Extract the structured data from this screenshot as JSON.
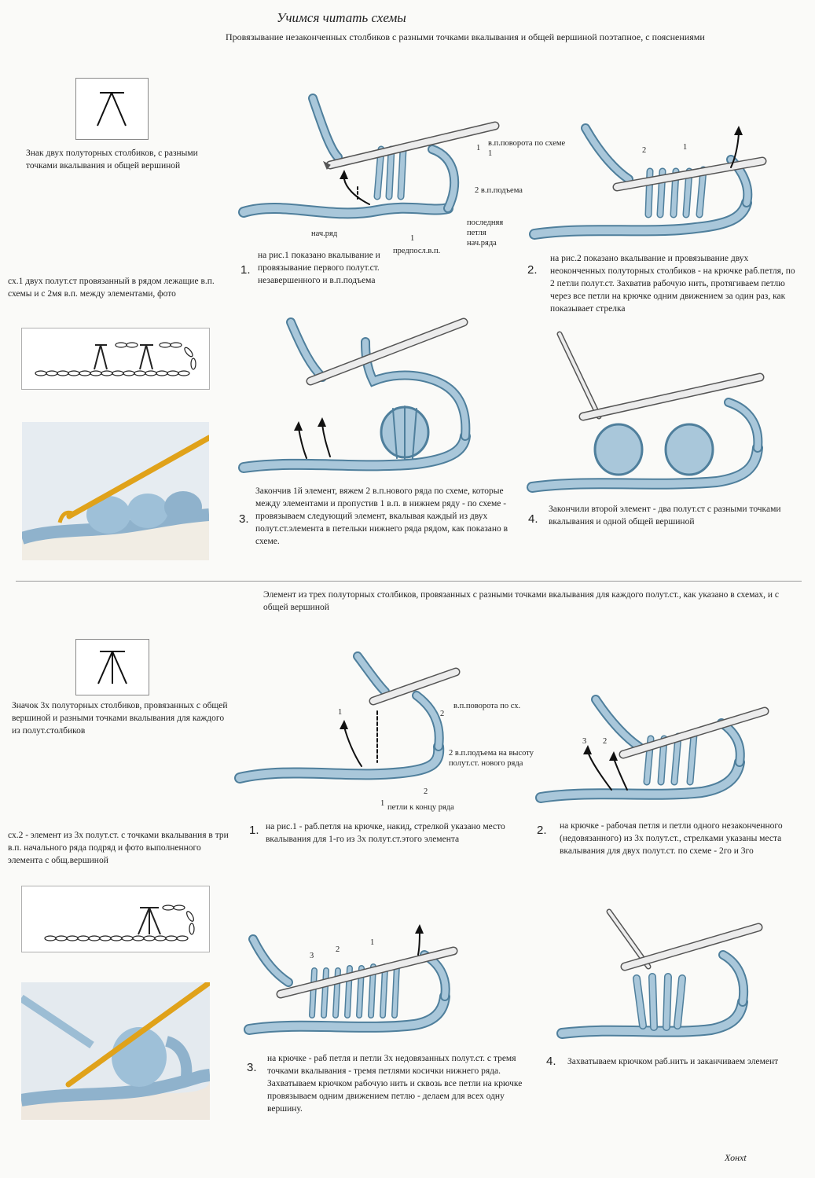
{
  "header": {
    "title": "Учимся читать схемы",
    "subtitle": "Провязывание незаконченных столбиков с разными точками вкалывания и общей вершиной поэтапное, с пояснениями"
  },
  "section1": {
    "symbol_caption": "Знак двух полуторных столбиков, с разными точками вкалывания и общей вершиной",
    "scheme_caption": "сх.1 двух полут.ст провязанный в рядом лежащие в.п. схемы и с 2мя в.п. между элементами, фото",
    "fig1": {
      "labels": {
        "turn": "в.п.поворота по схеме 1",
        "lift": "2 в.п.подъема",
        "last_loop": "последняя петля нач.ряда",
        "start_row": "нач.ряд",
        "prev": "предпосл.в.п.",
        "n1": "1",
        "n1b": "1"
      }
    },
    "fig2": {
      "labels": {
        "n2": "2",
        "n1": "1"
      }
    },
    "steps": [
      {
        "num": "1.",
        "text": "на рис.1 показано вкалывание и провязывание первого полут.ст. незавершенного и в.п.подъема"
      },
      {
        "num": "2.",
        "text": "на рис.2 показано вкалывание и провязывание двух неоконченных полуторных столбиков - на крючке раб.петля, по 2 петли полут.ст. Захватив рабочую нить, протягиваем петлю через все петли на крючке одним движением за один раз, как показывает стрелка"
      },
      {
        "num": "3.",
        "text": "Закончив 1й элемент, вяжем 2 в.п.нового ряда по схеме, которые между элементами и пропустив 1 в.п. в нижнем ряду - по схеме - провязываем следующий элемент, вкалывая каждый из двух полут.ст.элемента в петельки нижнего ряда рядом, как показано в схеме."
      },
      {
        "num": "4.",
        "text": "Закончили второй элемент - два полут.ст с разными точками вкалывания и одной общей вершиной"
      }
    ]
  },
  "section2": {
    "intro": "Элемент из трех полуторных столбиков, провязанных с разными точками вкалывания для каждого полут.ст., как указано в схемах, и с общей вершиной",
    "symbol_caption": "Значок 3х полуторных столбиков, провязанных с общей вершиной и разными точками вкалывания для каждого из полут.столбиков",
    "scheme_caption": "сх.2 - элемент из 3х полут.ст. с точками вкалывания в три в.п. начального ряда подряд и фото выполненного элемента с общ.вершиной",
    "fig1": {
      "labels": {
        "turn": "в.п.поворота по сх.",
        "lift": "2 в.п.подъема на высоту полут.ст. нового ряда",
        "end_loops": "петли к концу ряда",
        "n1": "1",
        "n2": "2",
        "n2b": "2",
        "n1b": "1"
      }
    },
    "fig2": {
      "labels": {
        "n3": "3",
        "n2": "2"
      }
    },
    "fig3": {
      "labels": {
        "n3": "3",
        "n2": "2",
        "n1": "1"
      }
    },
    "steps": [
      {
        "num": "1.",
        "text": "на рис.1 - раб.петля на крючке, накид, стрелкой указано место вкалывания для 1-го из 3х полут.ст.этого элемента"
      },
      {
        "num": "2.",
        "text": "на крючке - рабочая петля и петли одного незаконченного (недовязанного) из 3х полут.ст., стрелками указаны места вкалывания для двух полут.ст. по схеме - 2го и 3го"
      },
      {
        "num": "3.",
        "text": "на крючке - раб петля и петли 3х недовязанных полут.ст. с тремя точками вкалывания - тремя петлями косички нижнего ряда. Захватываем крючком рабочую нить и сквозь все петли на крючке провязываем одним движением петлю - делаем для всех одну вершину."
      },
      {
        "num": "4.",
        "text": "Захватываем крючком раб.нить и заканчиваем элемент"
      }
    ]
  },
  "footer": {
    "signature": "Хонхt"
  },
  "colors": {
    "yarn": "#a9c7da",
    "yarn_dark": "#4f7f9c",
    "hook": "#e8e8e8",
    "text": "#1e1e1e"
  }
}
